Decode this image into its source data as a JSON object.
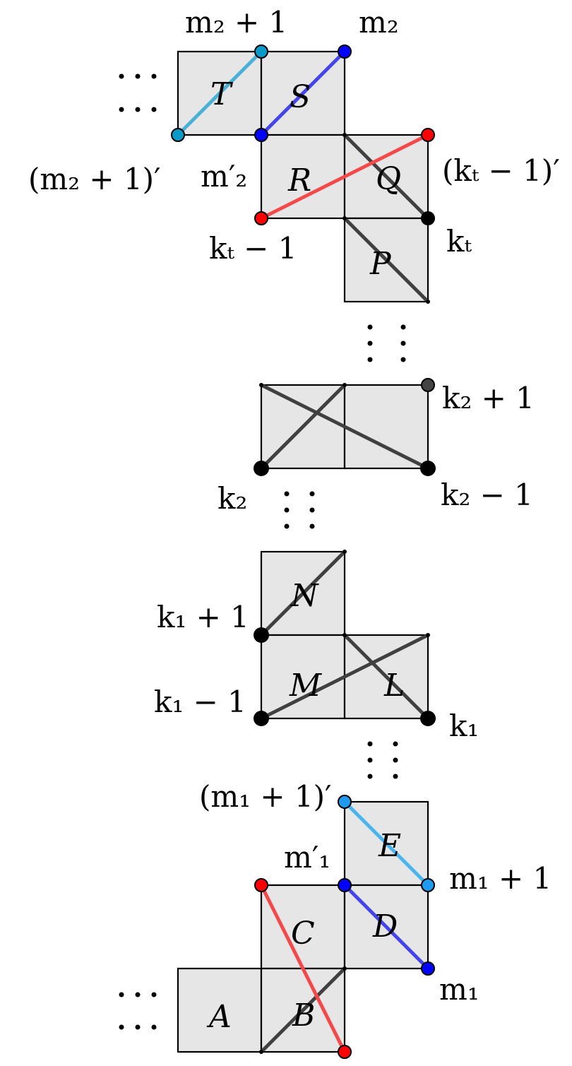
{
  "diagram": {
    "colors": {
      "cell_fill": "#e6e6e6",
      "cell_stroke": "#000000",
      "dark_line": "#404040",
      "red": "#ff0000",
      "red_line": "#f24a4a",
      "blue": "#0000ff",
      "blue_line": "#4444ee",
      "teal": "#0b9ac8",
      "teal_line": "#4ab0d6",
      "light_blue": "#1e9bef",
      "light_blue_line": "#4ab4f0",
      "black_node": "#000000",
      "gray_node": "#444444"
    },
    "cell_labels": {
      "T": "T",
      "S": "S",
      "R": "R",
      "Q": "Q",
      "P": "P",
      "N": "N",
      "M": "M",
      "L": "L",
      "E": "E",
      "C": "C",
      "D": "D",
      "A": "A",
      "B": "B"
    },
    "vertex_labels": {
      "m2_plus_1": "m₂ + 1",
      "m2": "m₂",
      "m2_plus_1_prime": "(m₂ + 1)′",
      "m2_prime": "m′₂",
      "kt_minus_1_prime": "(kₜ − 1)′",
      "kt_minus_1": "kₜ − 1",
      "kt": "kₜ",
      "k2_plus_1": "k₂ + 1",
      "k2": "k₂",
      "k2_minus_1": "k₂ − 1",
      "k1_plus_1": "k₁ + 1",
      "k1_minus_1": "k₁ − 1",
      "k1": "k₁",
      "m1_plus_1_prime": "(m₁ + 1)′",
      "m1_prime": "m′₁",
      "m1_plus_1": "m₁ + 1",
      "m1": "m₁"
    },
    "ellipsis": "⋯"
  }
}
